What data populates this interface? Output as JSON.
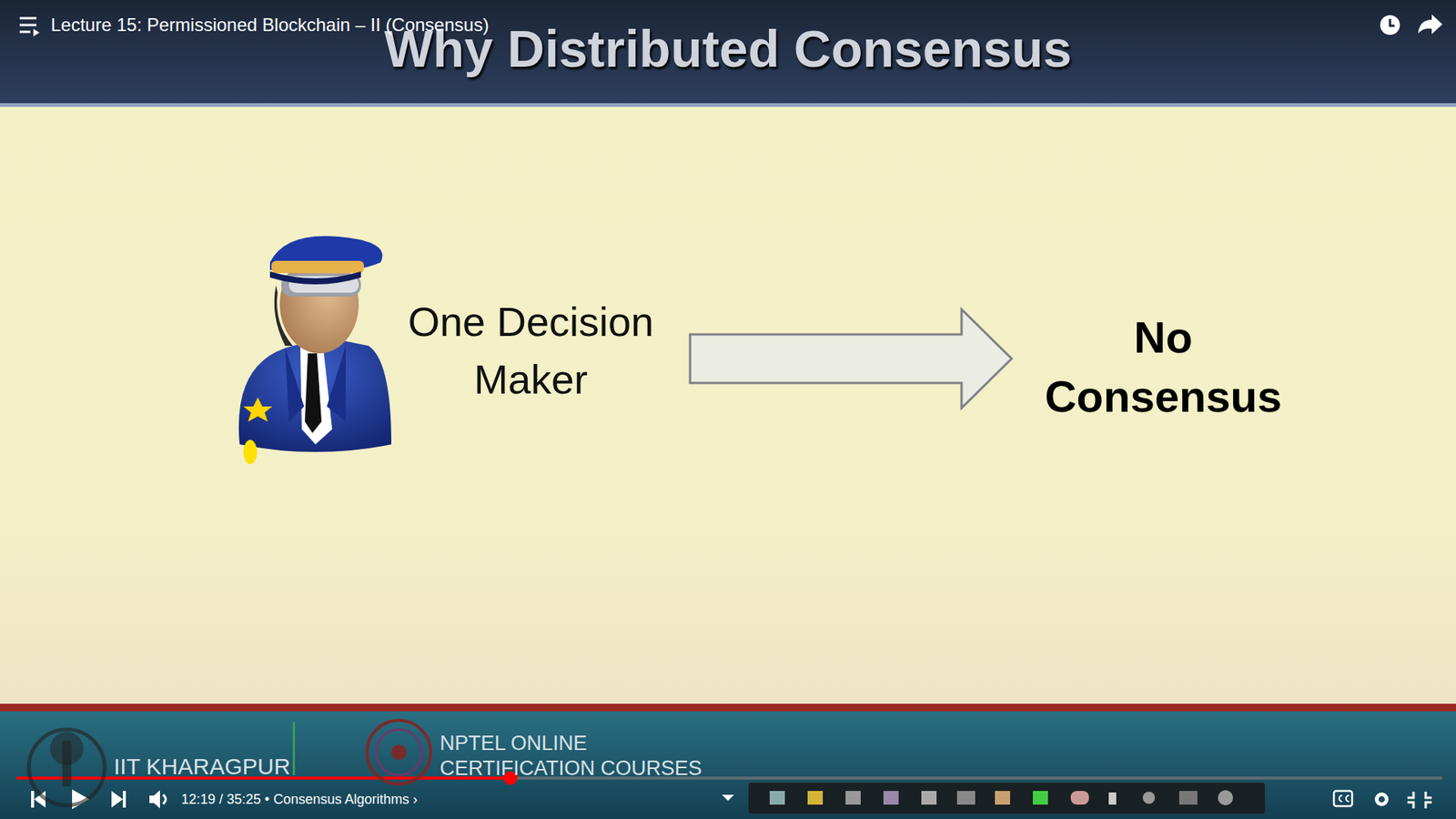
{
  "diagram": {
    "title": "Why Distributed Consensus",
    "nodes": [
      {
        "text": [
          "One Decision Maker"
        ]
      },
      {
        "text": [
          "No Consensus"
        ]
      }
    ],
    "edges": [
      {
        "from": 0,
        "to": 1,
        "arrow": "to"
      }
    ],
    "labels": [
      "Lecture 15: Permissioned Blockchain – II (Consensus)",
      "12:19 / 35:25 • Consensus Algorithms ›",
      "IIT KHARAGPUR",
      "NPTEL ONLINE CERTIFICATION COURSES"
    ]
  }
}
